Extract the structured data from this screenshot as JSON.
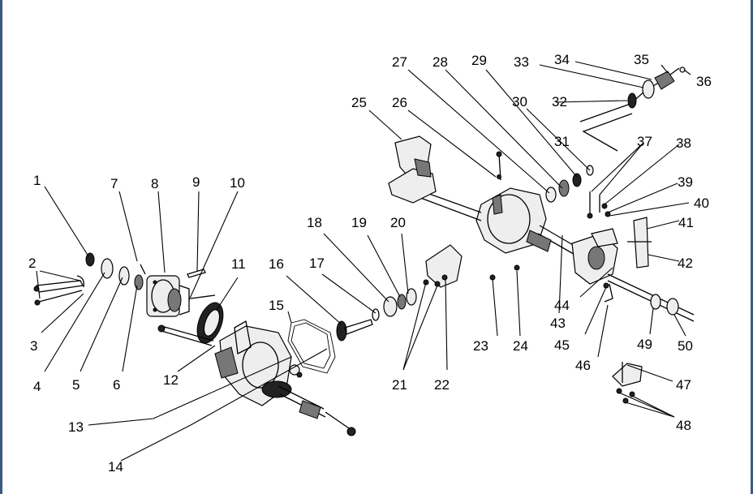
{
  "callouts": [
    "1",
    "2",
    "3",
    "4",
    "5",
    "6",
    "7",
    "8",
    "9",
    "10",
    "11",
    "12",
    "13",
    "14",
    "15",
    "16",
    "17",
    "18",
    "19",
    "20",
    "21",
    "22",
    "23",
    "24",
    "25",
    "26",
    "27",
    "28",
    "29",
    "30",
    "31",
    "32",
    "33",
    "34",
    "35",
    "36",
    "37",
    "38",
    "39",
    "40",
    "41",
    "42",
    "43",
    "44",
    "45",
    "46",
    "47",
    "48",
    "49",
    "50"
  ],
  "colors": {
    "border": "#3c5a7d",
    "ink": "#000000",
    "background": "#ffffff"
  }
}
